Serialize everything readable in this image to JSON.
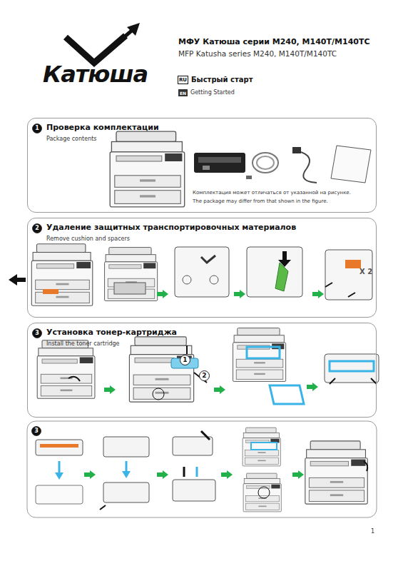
{
  "diagram": {
    "title": "МФУ Катюша серии M240, M140T/M140TC",
    "nodes": [
      {
        "text": [
          "RU"
        ]
      },
      {
        "text": [
          "EN"
        ]
      },
      {
        "text": [
          "Проверка комплектации",
          "Package contents"
        ]
      },
      {
        "text": [
          "1"
        ],
        "in": 2
      },
      {
        "text": [
          "Удаление защитных транспортировочных материалов",
          "Remove cushion and spacers"
        ]
      },
      {
        "text": [
          "2"
        ],
        "in": 4
      },
      {
        "text": [
          "Установка тонер-картриджа",
          "Install the toner cartridge"
        ]
      },
      {
        "text": [
          "3"
        ],
        "in": 6
      },
      {
        "text": [
          "1"
        ],
        "in": 6
      },
      {
        "text": [
          "2"
        ],
        "in": 6
      },
      {
        "text": [
          "3"
        ]
      }
    ],
    "labels": [
      "MFP Katusha series M240, M140T/M140TC",
      "Катюша",
      "Быстрый старт",
      "Getting Started",
      "Комплектация может отличаться от указанной на рисунке.",
      "The package may differ from that shown in the figure.",
      "X 2",
      "1"
    ]
  }
}
